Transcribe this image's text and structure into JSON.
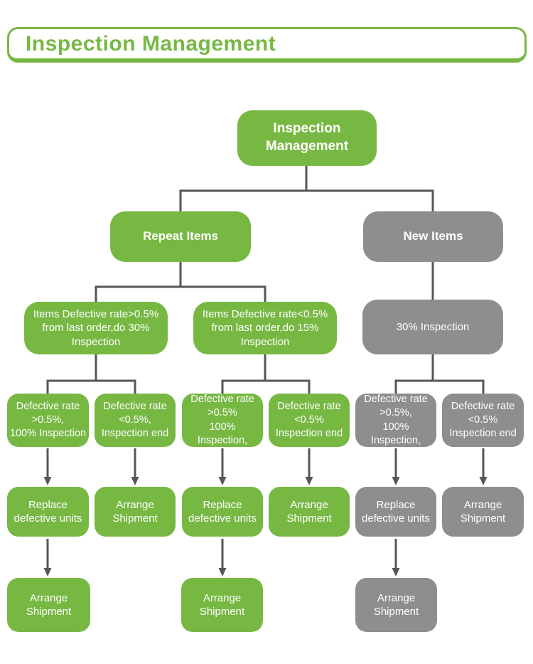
{
  "header": {
    "title": "Inspection Management"
  },
  "colors": {
    "green": "#77B843",
    "gray": "#8E8E8E",
    "line": "#55565A"
  },
  "flowchart": {
    "root": {
      "label": "Inspection\nManagement",
      "variant": "green"
    },
    "level2": [
      {
        "label": "Repeat Items",
        "variant": "green"
      },
      {
        "label": "New Items",
        "variant": "gray"
      }
    ],
    "level3": [
      {
        "label": "Items Defective rate>0.5%\nfrom last order,do 30%\nInspection",
        "variant": "green"
      },
      {
        "label": "Items Defective rate<0.5%\nfrom last order,do 15%\nInspection",
        "variant": "green"
      },
      {
        "label": "30% Inspection",
        "variant": "gray"
      }
    ],
    "level4": [
      {
        "label": "Defective rate\n>0.5%,\n100% Inspection",
        "variant": "green"
      },
      {
        "label": "Defective rate\n<0.5%,\nInspection end",
        "variant": "green"
      },
      {
        "label": "Defective rate\n>0.5%\n100% Inspection,",
        "variant": "green"
      },
      {
        "label": "Defective rate\n<0.5%\nInspection end",
        "variant": "green"
      },
      {
        "label": "Defective rate\n>0.5%,\n100% Inspection,",
        "variant": "gray"
      },
      {
        "label": "Defective rate\n<0.5%\nInspection end",
        "variant": "gray"
      }
    ],
    "level5": [
      {
        "label": "Replace\ndefective units",
        "variant": "green"
      },
      {
        "label": "Arrange\nShipment",
        "variant": "green"
      },
      {
        "label": "Replace\ndefective units",
        "variant": "green"
      },
      {
        "label": "Arrange\nShipment",
        "variant": "green"
      },
      {
        "label": "Replace\ndefective units",
        "variant": "gray"
      },
      {
        "label": "Arrange\nShipment",
        "variant": "gray"
      }
    ],
    "level6": [
      {
        "label": "Arrange\nShipment",
        "variant": "green"
      },
      {
        "label": "Arrange\nShipment",
        "variant": "green"
      },
      {
        "label": "Arrange\nShipment",
        "variant": "gray"
      }
    ]
  }
}
